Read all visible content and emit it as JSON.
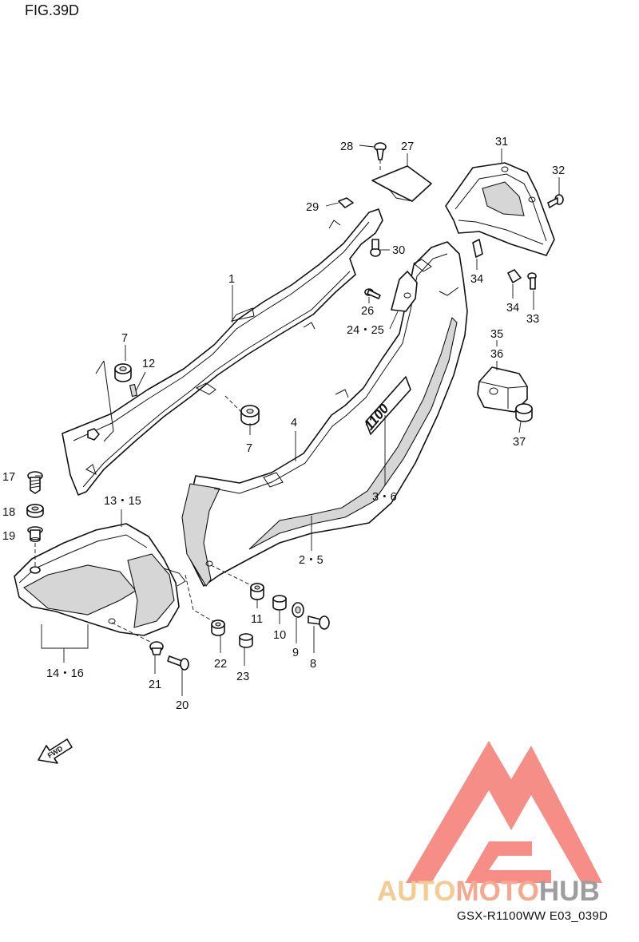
{
  "figure": {
    "title": "FIG.39D",
    "code": "GSX-R1100WW   E03_039D"
  },
  "badge": {
    "text": "1100"
  },
  "fwd": {
    "text": "FWD"
  },
  "watermark": {
    "part1": "AUTO",
    "part2": "MOTO",
    "part3": "HUB",
    "color_light": "#f3c27d",
    "color_mid": "#f59a7c",
    "color_dark": "#8d8d8d",
    "triangle_color": "#f57a73"
  },
  "callouts": {
    "c1": "1",
    "c7a": "7",
    "c7b": "7",
    "c12": "12",
    "c4": "4",
    "c36": "3・6",
    "c25": "2・5",
    "c17": "17",
    "c18": "18",
    "c19": "19",
    "c1315": "13・15",
    "c1416": "14・16",
    "c11": "11",
    "c10": "10",
    "c9": "9",
    "c8": "8",
    "c22": "22",
    "c23": "23",
    "c21": "21",
    "c20": "20",
    "c28": "28",
    "c27": "27",
    "c29": "29",
    "c30": "30",
    "c26": "26",
    "c2425": "24・25",
    "c31": "31",
    "c32": "32",
    "c34a": "34",
    "c34b": "34",
    "c33": "33",
    "c35": "35",
    "c36b": "36",
    "c37": "37"
  }
}
